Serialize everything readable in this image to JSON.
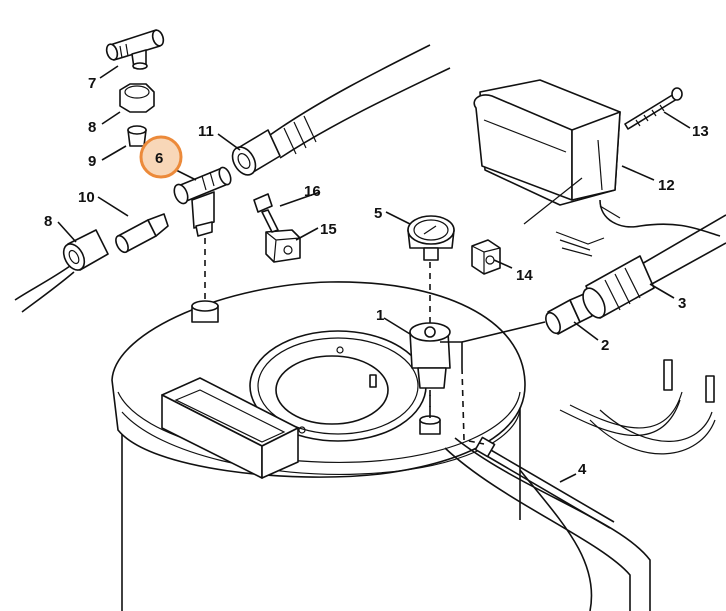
{
  "diagram": {
    "highlighted": "6",
    "highlight_color": "#ec8a3a",
    "callouts": [
      "1",
      "2",
      "3",
      "4",
      "5",
      "6",
      "7",
      "8",
      "9",
      "10",
      "11",
      "12",
      "13",
      "14",
      "15",
      "16",
      "8"
    ]
  }
}
